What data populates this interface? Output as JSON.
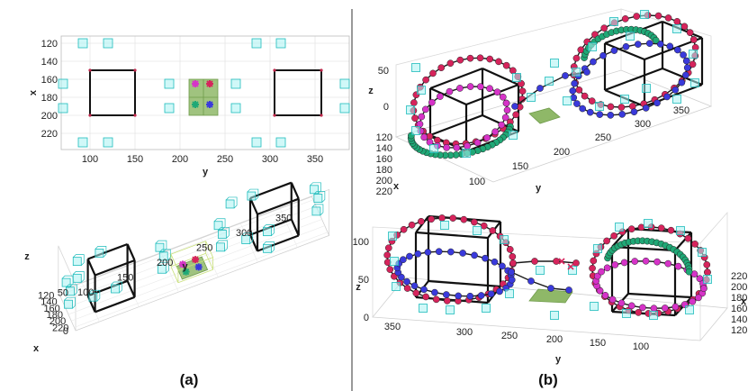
{
  "figure": {
    "caption_a": "(a)",
    "caption_b": "(b)"
  },
  "colors": {
    "frame": "#111111",
    "drone_box": "#7fe6e6",
    "pad": "#8fb868",
    "magenta": "#d633c8",
    "crimson": "#d6245c",
    "green": "#1fa876",
    "blue": "#3a3adb"
  },
  "chart_data": [
    {
      "type": "scatter",
      "panel": "a-top",
      "view": "top-down (x vs y)",
      "xlabel": "y",
      "ylabel": "x",
      "x_ticks": [
        "100",
        "150",
        "200",
        "250",
        "300",
        "350"
      ],
      "y_ticks": [
        "120",
        "140",
        "160",
        "180",
        "200",
        "220"
      ],
      "xlim": [
        68,
        388
      ],
      "ylim": [
        112,
        238
      ],
      "square_frames": [
        {
          "y_min": 100,
          "y_max": 150,
          "x_min": 150,
          "x_max": 200
        },
        {
          "y_min": 305,
          "y_max": 357,
          "x_min": 150,
          "x_max": 200
        }
      ],
      "drone_boxes": [
        {
          "y": 92,
          "x": 120
        },
        {
          "y": 120,
          "x": 120
        },
        {
          "y": 70,
          "x": 165
        },
        {
          "y": 70,
          "x": 192
        },
        {
          "y": 92,
          "x": 230
        },
        {
          "y": 120,
          "x": 230
        },
        {
          "y": 188,
          "x": 165
        },
        {
          "y": 188,
          "x": 192
        },
        {
          "y": 262,
          "x": 165
        },
        {
          "y": 262,
          "x": 192
        },
        {
          "y": 285,
          "x": 120
        },
        {
          "y": 312,
          "x": 120
        },
        {
          "y": 383,
          "x": 165
        },
        {
          "y": 383,
          "x": 192
        },
        {
          "y": 285,
          "x": 230
        },
        {
          "y": 312,
          "x": 230
        }
      ],
      "pad": {
        "y_min": 210,
        "y_max": 242,
        "x_min": 160,
        "x_max": 200
      },
      "markers": [
        {
          "name": "m1",
          "color": "#d633c8",
          "y": 217,
          "x": 165
        },
        {
          "name": "m2",
          "color": "#d6245c",
          "y": 233,
          "x": 165
        },
        {
          "name": "m3",
          "color": "#1fa876",
          "y": 217,
          "x": 188
        },
        {
          "name": "m4",
          "color": "#3a3adb",
          "y": 233,
          "x": 188
        }
      ]
    },
    {
      "type": "scatter",
      "panel": "a-bottom",
      "view": "3d",
      "xlabel": "y",
      "ylabel": "x",
      "zlabel": "z",
      "y_ticks": [
        "100",
        "150",
        "200",
        "250",
        "300",
        "350"
      ],
      "x_ticks": [
        "120",
        "140",
        "160",
        "180",
        "200",
        "220"
      ],
      "z_ticks": [
        "0",
        "50"
      ]
    },
    {
      "type": "line",
      "panel": "b-top",
      "view": "3d",
      "xlabel": "y",
      "ylabel": "x",
      "zlabel": "z",
      "y_ticks": [
        "100",
        "150",
        "200",
        "250",
        "300",
        "350"
      ],
      "x_ticks": [
        "120",
        "140",
        "160",
        "180",
        "200",
        "220"
      ],
      "z_ticks": [
        "0",
        "50"
      ],
      "series": [
        {
          "color": "#d6245c"
        },
        {
          "color": "#d633c8"
        },
        {
          "color": "#1fa876"
        },
        {
          "color": "#3a3adb"
        }
      ]
    },
    {
      "type": "line",
      "panel": "b-bottom",
      "view": "3d",
      "xlabel": "y",
      "ylabel": "x",
      "zlabel": "z",
      "y_ticks": [
        "350",
        "300",
        "250",
        "200",
        "150",
        "100"
      ],
      "x_ticks": [
        "120",
        "140",
        "160",
        "180",
        "200",
        "220"
      ],
      "z_ticks": [
        "0",
        "50",
        "100"
      ],
      "series": [
        {
          "color": "#d6245c"
        },
        {
          "color": "#d633c8"
        },
        {
          "color": "#1fa876"
        },
        {
          "color": "#3a3adb"
        }
      ]
    }
  ]
}
